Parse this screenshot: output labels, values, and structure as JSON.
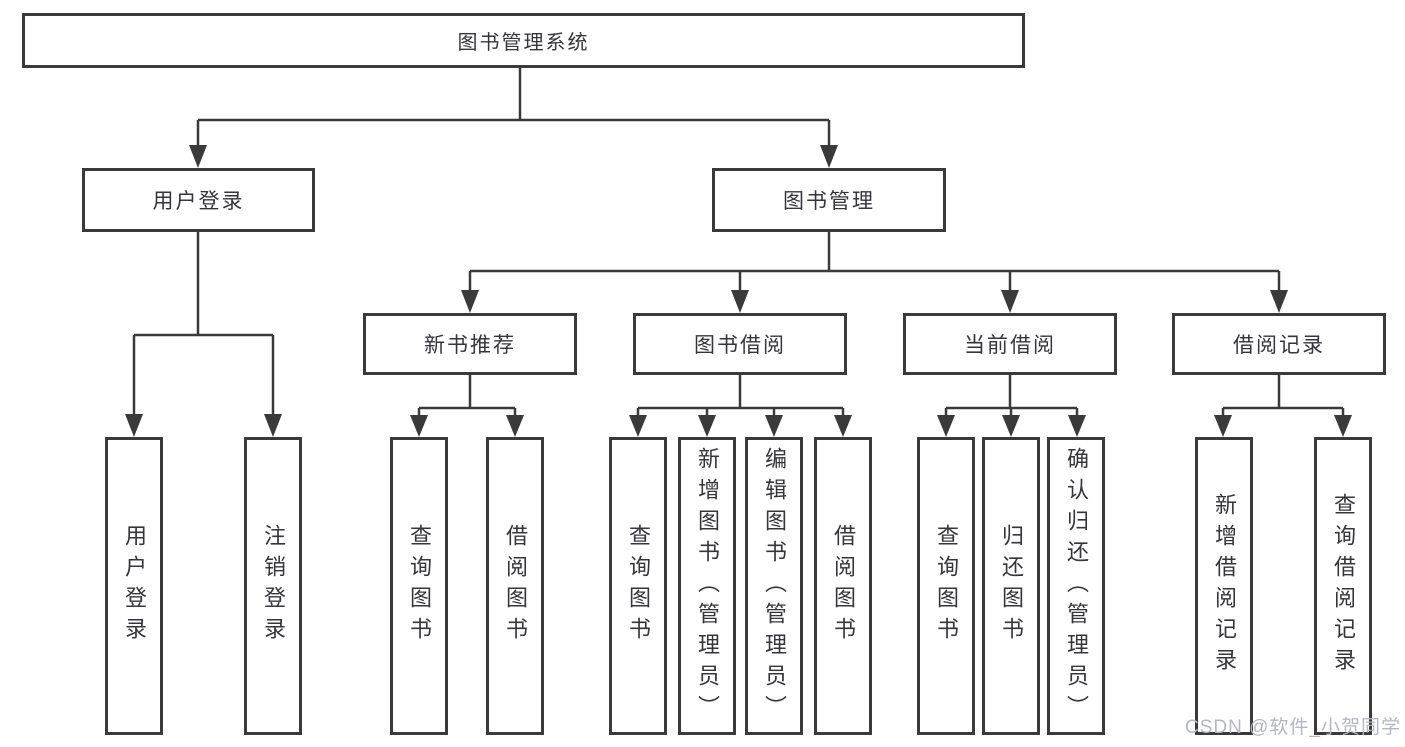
{
  "tree": {
    "label": "图书管理系统",
    "children": [
      {
        "label": "用户登录",
        "children": [
          {
            "label": "用户登录"
          },
          {
            "label": "注销登录"
          }
        ]
      },
      {
        "label": "图书管理",
        "children": [
          {
            "label": "新书推荐",
            "children": [
              {
                "label": "查询图书"
              },
              {
                "label": "借阅图书"
              }
            ]
          },
          {
            "label": "图书借阅",
            "children": [
              {
                "label": "查询图书"
              },
              {
                "label": "新增图书（管理员）"
              },
              {
                "label": "编辑图书（管理员）"
              },
              {
                "label": "借阅图书"
              }
            ]
          },
          {
            "label": "当前借阅",
            "children": [
              {
                "label": "查询图书"
              },
              {
                "label": "归还图书"
              },
              {
                "label": "确认归还（管理员）"
              }
            ]
          },
          {
            "label": "借阅记录",
            "children": [
              {
                "label": "新增借阅记录"
              },
              {
                "label": "查询借阅记录"
              }
            ]
          }
        ]
      }
    ]
  },
  "watermark": "CSDN @软件_小贺同学",
  "colors": {
    "line": "#3a3a3a",
    "text": "#36363a",
    "watermark": "#b4b8be"
  }
}
